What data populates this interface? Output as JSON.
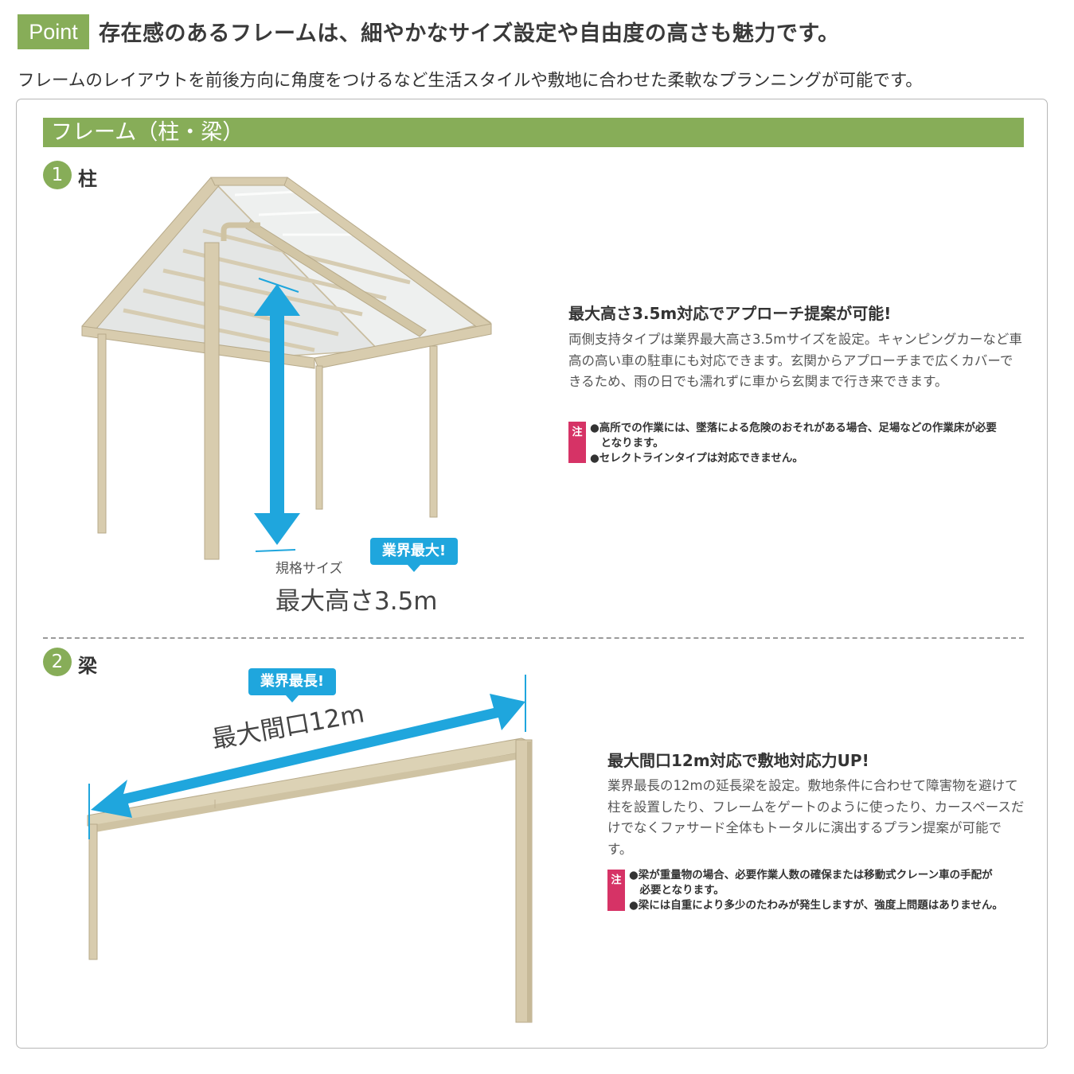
{
  "header": {
    "badge": "Point",
    "headline": "存在感のあるフレームは、細やかなサイズ設定や自由度の高さも魅力です。",
    "lead": "フレームのレイアウトを前後方向に角度をつけるなど生活スタイルや敷地に合わせた柔軟なプランニングが可能です。"
  },
  "section": {
    "title": "フレーム（柱・梁）"
  },
  "pillar": {
    "num": "1",
    "label": "柱",
    "callout": "業界最大!",
    "size_label": "規格サイズ",
    "size_value": "最大高さ3.5m",
    "feature_title": "最大高さ3.5m対応でアプローチ提案が可能!",
    "feature_body": "両側支持タイプは業界最大高さ3.5mサイズを設定。キャンピングカーなど車高の高い車の駐車にも対応できます。玄関からアプローチまで広くカバーできるため、雨の日でも濡れずに車から玄関まで行き来できます。",
    "note_tag": "注",
    "notes": [
      "●高所での作業には、墜落による危険のおそれがある場合、足場などの作業床が必要",
      "　となります。",
      "●セレクトラインタイプは対応できません。"
    ]
  },
  "beam": {
    "num": "2",
    "label": "梁",
    "callout": "業界最長!",
    "size_value": "最大間口12m",
    "feature_title": "最大間口12m対応で敷地対応力UP!",
    "feature_body": "業界最長の12mの延長梁を設定。敷地条件に合わせて障害物を避けて柱を設置したり、フレームをゲートのように使ったり、カースペースだけでなくファサード全体もトータルに演出するプラン提案が可能です。",
    "note_tag": "注",
    "notes": [
      "●梁が重量物の場合、必要作業人数の確保または移動式クレーン車の手配が",
      "　必要となります。",
      "●梁には自重により多少のたわみが発生しますが、強度上問題はありません。"
    ]
  },
  "colors": {
    "green": "#87ad58",
    "blue": "#1fa6dd",
    "note_pink": "#d63366",
    "frame_beige": "#d8ccae"
  }
}
